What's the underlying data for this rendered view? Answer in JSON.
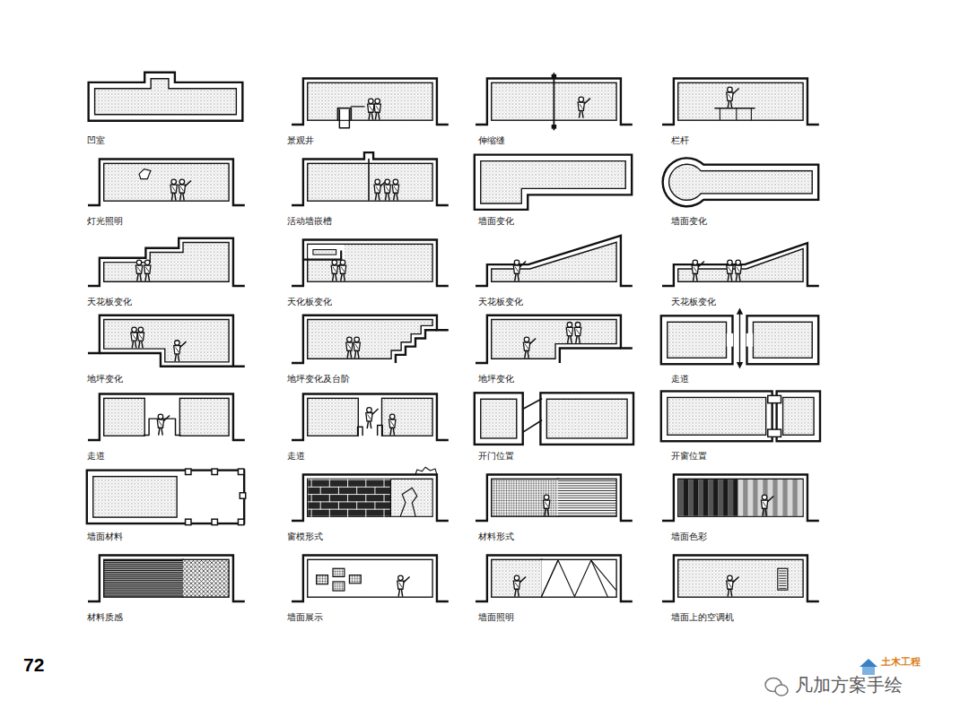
{
  "diagram": {
    "labels": [
      "凹室",
      "景观井",
      "伸缩缝",
      "栏杆",
      "灯光照明",
      "活动墙嵌槽",
      "墙面变化",
      "墙面变化",
      "天花板变化",
      "天化板变化",
      "天花板变化",
      "天花板变化",
      "地坪变化",
      "地坪变化及台阶",
      "地坪变化",
      "走道",
      "走道",
      "走道",
      "开门位置",
      "开窗位置",
      "墙面材料",
      "窗模形式",
      "材料形式",
      "墙面色彩",
      "材料质感",
      "墙面展示",
      "墙面照明",
      "墙面上的空调机",
      "72",
      "土木工程",
      "凡加方案手绘"
    ]
  }
}
